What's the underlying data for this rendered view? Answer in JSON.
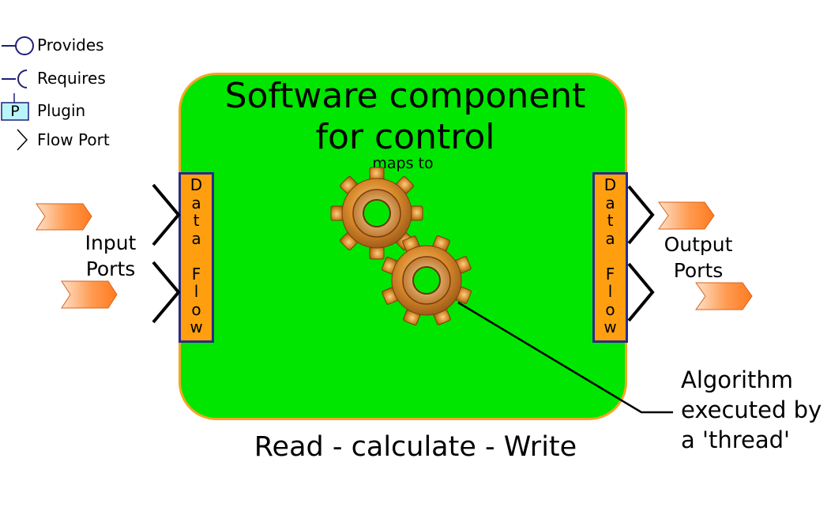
{
  "legend": {
    "provides": "Provides",
    "requires": "Requires",
    "plugin": "Plugin",
    "plugin_box": "P",
    "flow_port": "Flow Port"
  },
  "component": {
    "title_line1": "Software component",
    "title_line2": "for control",
    "maps_to": "maps to",
    "caption": "Read - calculate - Write"
  },
  "data_flow": {
    "left": "D\na\nt\na\n\nF\nl\no\nw",
    "right": "D\na\nt\na\n\nF\nl\no\nw"
  },
  "ports": {
    "input_label_line1": "Input",
    "input_label_line2": "Ports",
    "output_label_line1": "Output",
    "output_label_line2": "Ports"
  },
  "algorithm": {
    "line1": "Algorithm",
    "line2": "executed by",
    "line3": "a 'thread'"
  },
  "colors": {
    "component_fill": "#00e600",
    "component_border": "#f5a623",
    "flow_fill": "#ff9f10",
    "flow_border": "#2a2a8a",
    "legend_stroke": "#1e1e7a",
    "port_orange": "#ff8a30",
    "gear_orange": "#d98a2b"
  },
  "icons": [
    "provides-icon",
    "requires-icon",
    "plugin-icon",
    "flow-port-icon",
    "gear-icon",
    "port-arrow-icon"
  ]
}
